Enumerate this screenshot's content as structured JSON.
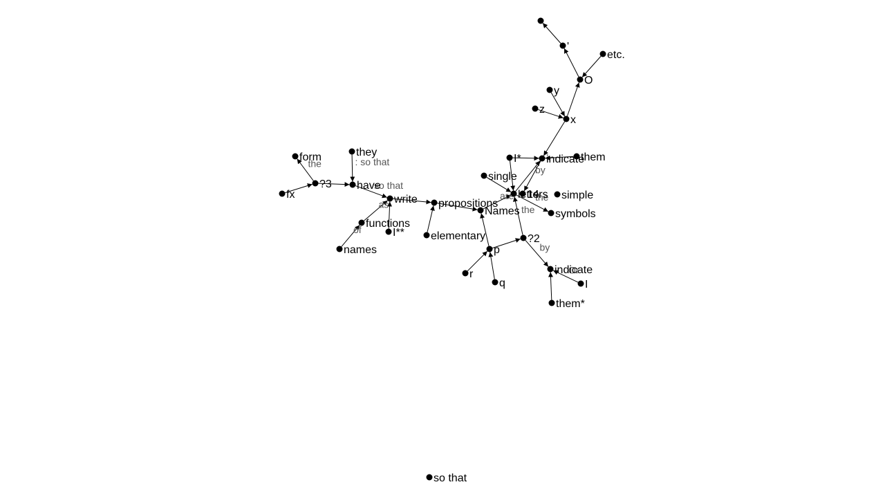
{
  "colors": {
    "ink": "#000000",
    "edge_label": "#555555",
    "background": "#ffffff"
  },
  "nodes": [
    {
      "id": "n_top",
      "label": ""
    },
    {
      "id": "n_quote",
      "label": "'"
    },
    {
      "id": "n_etc",
      "label": "etc."
    },
    {
      "id": "n_O",
      "label": "O"
    },
    {
      "id": "n_y",
      "label": "y"
    },
    {
      "id": "n_z",
      "label": "z"
    },
    {
      "id": "n_x",
      "label": "x"
    },
    {
      "id": "n_Istar",
      "label": "I*"
    },
    {
      "id": "n_indicate1",
      "label": "indicate"
    },
    {
      "id": "n_them1",
      "label": "them"
    },
    {
      "id": "n_single",
      "label": "single"
    },
    {
      "id": "n_letters",
      "label": "letters"
    },
    {
      "id": "n_14",
      "label": "14"
    },
    {
      "id": "n_simple",
      "label": "simple"
    },
    {
      "id": "n_symbols",
      "label": "symbols"
    },
    {
      "id": "n_form",
      "label": "form"
    },
    {
      "id": "n_they",
      "label": "they"
    },
    {
      "id": "n_fx",
      "label": "fx"
    },
    {
      "id": "n_q3",
      "label": "?3"
    },
    {
      "id": "n_have",
      "label": "have"
    },
    {
      "id": "n_write",
      "label": "write"
    },
    {
      "id": "n_propositions",
      "label": "propositions"
    },
    {
      "id": "n_Names",
      "label": "Names"
    },
    {
      "id": "n_functions",
      "label": "functions"
    },
    {
      "id": "n_Istarstar",
      "label": "I**"
    },
    {
      "id": "n_elementary",
      "label": "elementary"
    },
    {
      "id": "n_names",
      "label": "names"
    },
    {
      "id": "n_p",
      "label": "p"
    },
    {
      "id": "n_q2",
      "label": "?2"
    },
    {
      "id": "n_r",
      "label": "r"
    },
    {
      "id": "n_q",
      "label": "q"
    },
    {
      "id": "n_indicate2",
      "label": "indicate"
    },
    {
      "id": "n_I",
      "label": "I"
    },
    {
      "id": "n_themstar",
      "label": "them*"
    },
    {
      "id": "n_sothat",
      "label": "so that"
    }
  ],
  "edges": [
    {
      "from": "n_quote",
      "to": "n_top",
      "label": ""
    },
    {
      "from": "n_O",
      "to": "n_quote",
      "label": ""
    },
    {
      "from": "n_etc",
      "to": "n_O",
      "label": ""
    },
    {
      "from": "n_x",
      "to": "n_O",
      "label": ""
    },
    {
      "from": "n_y",
      "to": "n_x",
      "label": ""
    },
    {
      "from": "n_z",
      "to": "n_x",
      "label": ""
    },
    {
      "from": "n_x",
      "to": "n_indicate1",
      "label": ""
    },
    {
      "from": "n_Istar",
      "to": "n_indicate1",
      "label": ""
    },
    {
      "from": "n_them1",
      "to": "n_indicate1",
      "label": ""
    },
    {
      "from": "n_Istar",
      "to": "n_letters",
      "label": ""
    },
    {
      "from": "n_indicate1",
      "to": "n_14",
      "label": "by"
    },
    {
      "from": "n_single",
      "to": "n_letters",
      "label": ""
    },
    {
      "from": "n_letters",
      "to": "n_indicate1",
      "label": ""
    },
    {
      "from": "n_letters",
      "to": "n_symbols",
      "label": "the"
    },
    {
      "from": "n_Names",
      "to": "n_letters",
      "label": "are"
    },
    {
      "from": "n_q2",
      "to": "n_letters",
      "label": "the"
    },
    {
      "from": "n_q3",
      "to": "n_form",
      "label": "the"
    },
    {
      "from": "n_fx",
      "to": "n_q3",
      "label": ""
    },
    {
      "from": "n_q3",
      "to": "n_have",
      "label": ""
    },
    {
      "from": "n_they",
      "to": "n_have",
      "label": ": so that"
    },
    {
      "from": "n_have",
      "to": "n_write",
      "label": "so  that"
    },
    {
      "from": "n_functions",
      "to": "n_write",
      "label": "as"
    },
    {
      "from": "n_Istarstar",
      "to": "n_write",
      "label": ""
    },
    {
      "from": "n_write",
      "to": "n_propositions",
      "label": ""
    },
    {
      "from": "n_elementary",
      "to": "n_propositions",
      "label": ""
    },
    {
      "from": "n_propositions",
      "to": "n_Names",
      "label": ""
    },
    {
      "from": "n_names",
      "to": "n_functions",
      "label": "of"
    },
    {
      "from": "n_p",
      "to": "n_Names",
      "label": ""
    },
    {
      "from": "n_r",
      "to": "n_p",
      "label": ""
    },
    {
      "from": "n_q",
      "to": "n_p",
      "label": ""
    },
    {
      "from": "n_p",
      "to": "n_q2",
      "label": ""
    },
    {
      "from": "n_q2",
      "to": "n_indicate2",
      "label": "by"
    },
    {
      "from": "n_I",
      "to": "n_indicate2",
      "label": "Or"
    },
    {
      "from": "n_themstar",
      "to": "n_indicate2",
      "label": ""
    }
  ]
}
